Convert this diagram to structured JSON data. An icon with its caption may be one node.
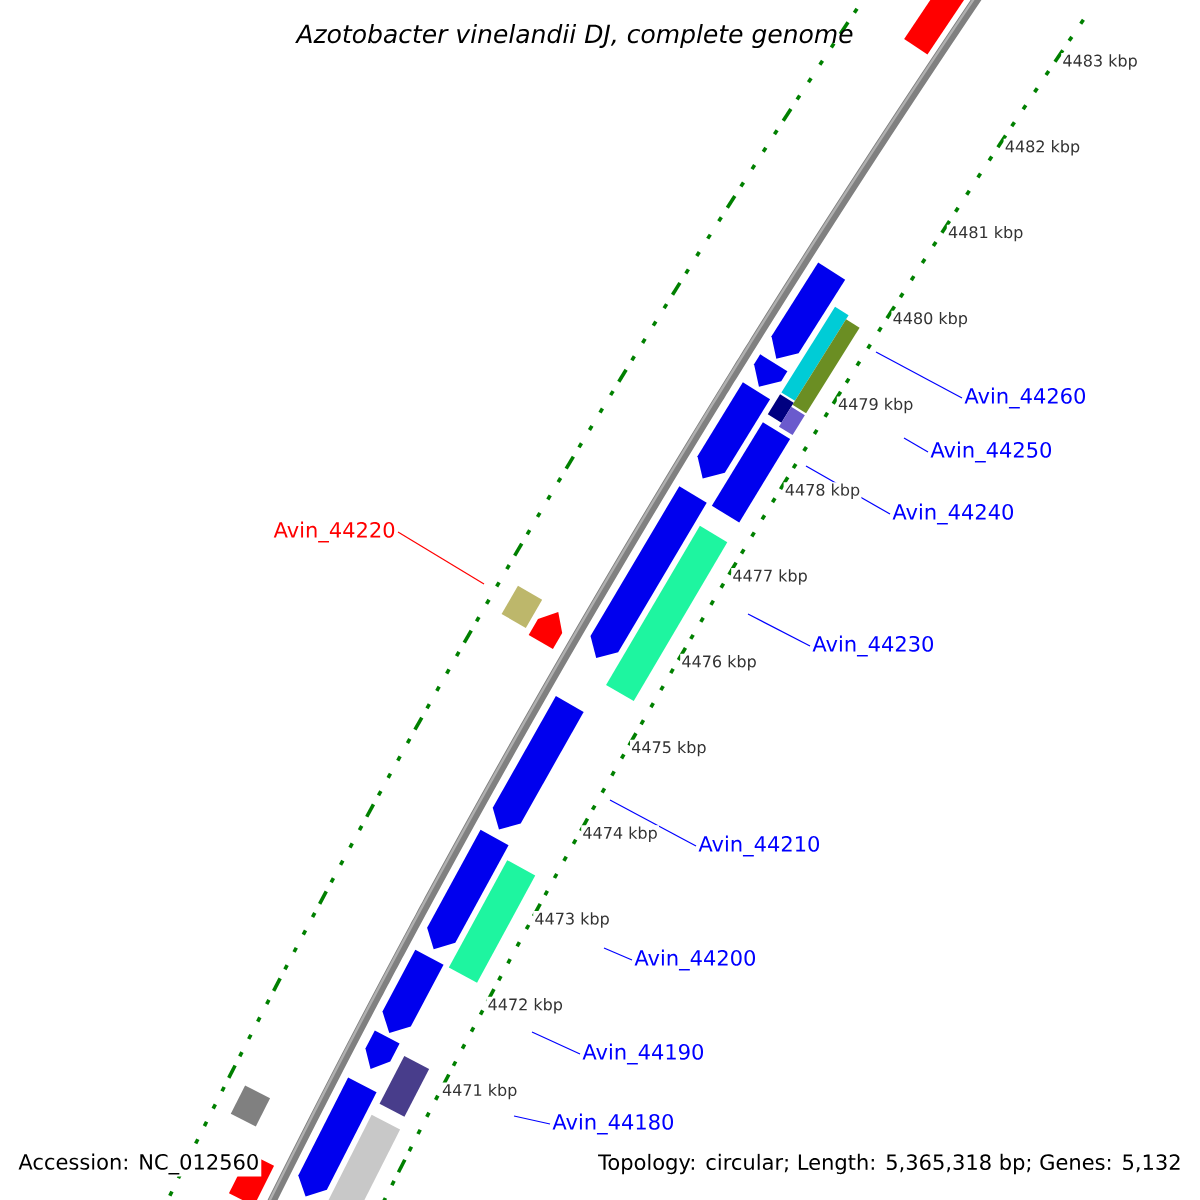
{
  "diagram": {
    "title": "*Azotobacter vinelandii* DJ, complete genome",
    "nodes": [
      {
        "text": [
          "Avin_44260"
        ]
      },
      {
        "text": [
          "Avin_44250"
        ]
      },
      {
        "text": [
          "Avin_44240"
        ]
      },
      {
        "text": [
          "Avin_44220"
        ]
      },
      {
        "text": [
          "Avin_44230"
        ]
      },
      {
        "text": [
          "Avin_44210"
        ]
      },
      {
        "text": [
          "Avin_44200"
        ]
      },
      {
        "text": [
          "Avin_44190"
        ]
      },
      {
        "text": [
          "Avin_44180"
        ]
      }
    ],
    "edges": [
      {
        "from": 0,
        "to": null,
        "arrow": "none"
      },
      {
        "from": 1,
        "to": null,
        "arrow": "none"
      },
      {
        "from": 2,
        "to": null,
        "arrow": "none"
      },
      {
        "from": 3,
        "to": null,
        "arrow": "none",
        "color": "#ff0000"
      },
      {
        "from": 4,
        "to": null,
        "arrow": "none"
      },
      {
        "from": 5,
        "to": null,
        "arrow": "none"
      },
      {
        "from": 6,
        "to": null,
        "arrow": "none"
      },
      {
        "from": 7,
        "to": null,
        "arrow": "none"
      },
      {
        "from": 8,
        "to": null,
        "arrow": "none"
      }
    ],
    "labels": [
      "4483 kbp",
      "4482 kbp",
      "4481 kbp",
      "4480 kbp",
      "4479 kbp",
      "4478 kbp",
      "4477 kbp",
      "4476 kbp",
      "4475 kbp",
      "4474 kbp",
      "4473 kbp",
      "4472 kbp",
      "4471 kbp",
      "Accession: NC_012560",
      "Topology: circular; Length: 5,365,318 bp; Genes: 5,132"
    ]
  }
}
